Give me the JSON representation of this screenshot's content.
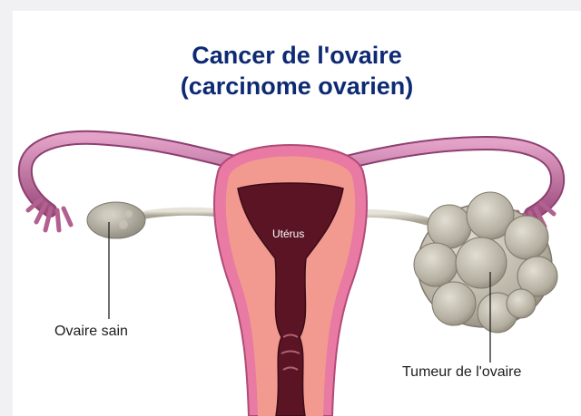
{
  "diagram": {
    "title_line1": "Cancer de l'ovaire",
    "title_line2": "(carcinome ovarien)",
    "labels": {
      "uterus": "Utérus",
      "healthy_ovary": "Ovaire sain",
      "tumor": "Tumeur de l'ovaire"
    },
    "colors": {
      "title": "#0d2a73",
      "uterus_outer": "#e87aa4",
      "uterus_inner": "#f29a90",
      "cavity": "#5a1424",
      "fallopian_tube": "#c97aa8",
      "ovary": "#b8b3a6",
      "tumor": "#bdb8ab",
      "leader_line": "#222222"
    }
  }
}
